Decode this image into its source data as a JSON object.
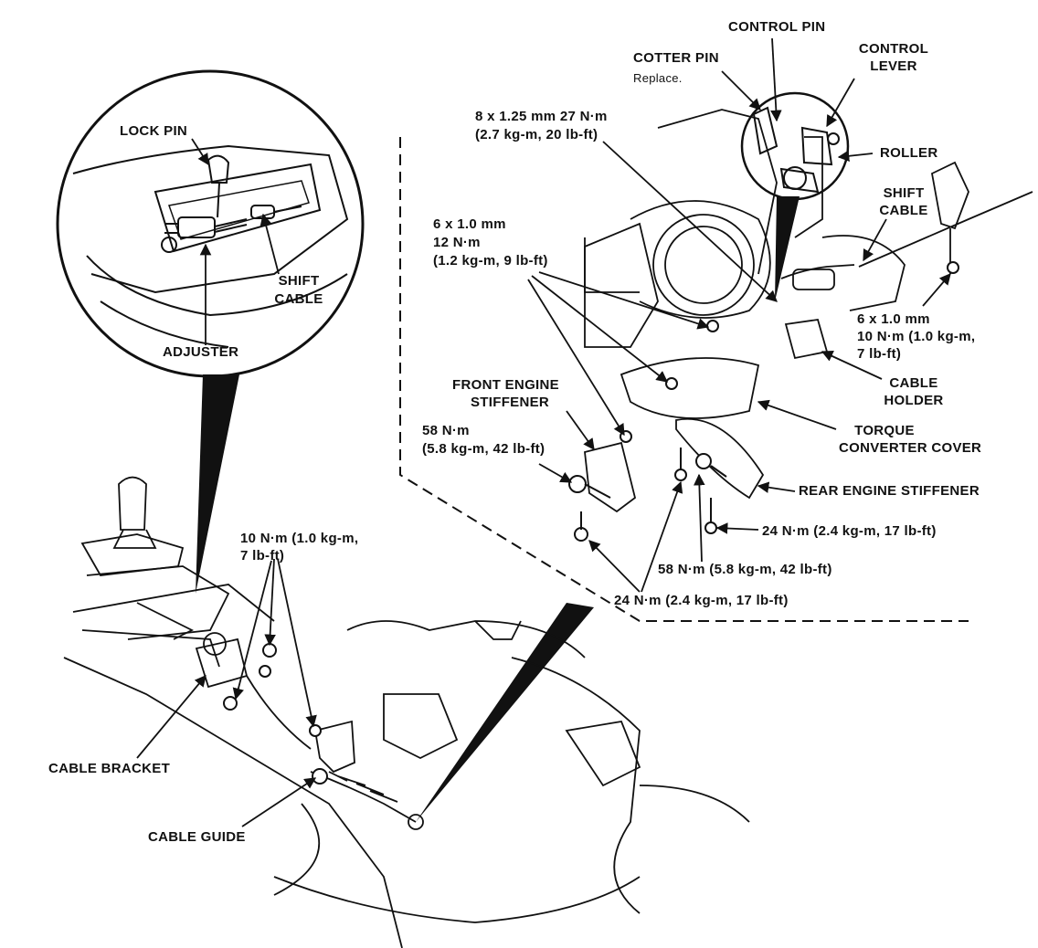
{
  "labels": {
    "control_pin": "CONTROL PIN",
    "cotter_pin": "COTTER PIN",
    "cotter_pin_note": "Replace.",
    "control_lever_1": "CONTROL",
    "control_lever_2": "LEVER",
    "roller": "ROLLER",
    "shift_cable_top_1": "SHIFT",
    "shift_cable_top_2": "CABLE",
    "torque_8mm_1": "8 x 1.25 mm 27 N·m",
    "torque_8mm_2": "(2.7 kg-m, 20 lb-ft)",
    "torque_6mm_left_1": "6 x 1.0 mm",
    "torque_6mm_left_2": "12 N·m",
    "torque_6mm_left_3": "(1.2 kg-m, 9 lb-ft)",
    "torque_6mm_right_1": "6 x 1.0 mm",
    "torque_6mm_right_2": "10 N·m (1.0 kg-m,",
    "torque_6mm_right_3": "7 lb-ft)",
    "cable_holder_1": "CABLE",
    "cable_holder_2": "HOLDER",
    "front_stiffener_1": "FRONT ENGINE",
    "front_stiffener_2": "STIFFENER",
    "torque_58_left_1": "58 N·m",
    "torque_58_left_2": "(5.8 kg-m, 42 lb-ft)",
    "torque_converter_1": "TORQUE",
    "torque_converter_2": "CONVERTER COVER",
    "rear_stiffener": "REAR ENGINE STIFFENER",
    "torque_24_right": "24 N·m (2.4 kg-m, 17 lb-ft)",
    "torque_58_bottom": "58 N·m (5.8 kg-m, 42 lb-ft)",
    "torque_24_bottom": "24 N·m (2.4 kg-m, 17 lb-ft)",
    "lock_pin": "LOCK PIN",
    "shift_cable_inset_1": "SHIFT",
    "shift_cable_inset_2": "CABLE",
    "adjuster": "ADJUSTER",
    "torque_10_1": "10 N·m (1.0 kg-m,",
    "torque_10_2": "7 lb-ft)",
    "cable_bracket": "CABLE BRACKET",
    "cable_guide": "CABLE GUIDE"
  }
}
